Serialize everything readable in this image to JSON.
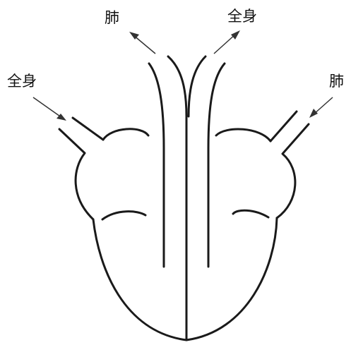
{
  "labels": {
    "top_left": "肺",
    "top_right": "全身",
    "side_left": "全身",
    "side_right": "肺"
  },
  "colors": {
    "line": "#1a1a1a",
    "arrow": "#333333",
    "background": "#ffffff"
  }
}
